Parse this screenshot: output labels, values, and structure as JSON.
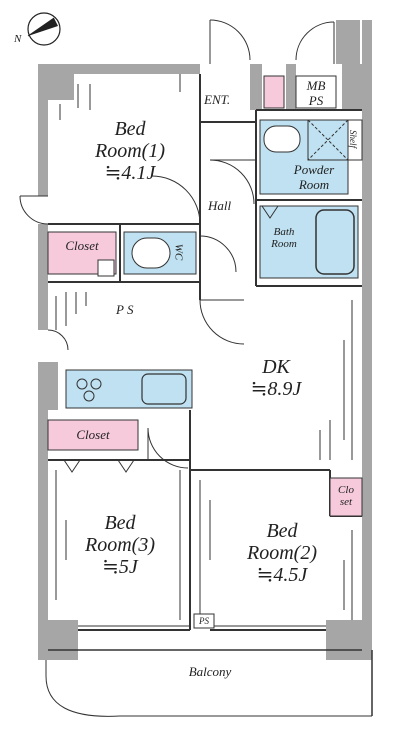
{
  "compass": {
    "north": "N"
  },
  "rooms": {
    "bedroom1": {
      "line1": "Bed",
      "line2": "Room(1)",
      "size": "≒4.1J"
    },
    "bedroom2": {
      "line1": "Bed",
      "line2": "Room(2)",
      "size": "≒4.5J"
    },
    "bedroom3": {
      "line1": "Bed",
      "line2": "Room(3)",
      "size": "≒5J"
    },
    "dk": {
      "line1": "DK",
      "size": "≒8.9J"
    },
    "hall": "Hall",
    "entrance": "ENT.",
    "mbps": {
      "line1": "MB",
      "line2": "PS"
    },
    "shelf": "Shelf",
    "powder_room": {
      "line1": "Powder",
      "line2": "Room"
    },
    "bath_room": {
      "line1": "Bath",
      "line2": "Room"
    },
    "wc": "WC",
    "closet_upper": "Closet",
    "closet_lower": "Closet",
    "closet_right": {
      "line1": "Clo",
      "line2": "set"
    },
    "ps_upper": "P S",
    "ps_lower": "PS",
    "balcony": "Balcony"
  },
  "colors": {
    "wall": "#a6a6a6",
    "blue_fixture": "#bfe1f1",
    "pink_closet": "#f6cadb",
    "line": "#333333"
  }
}
